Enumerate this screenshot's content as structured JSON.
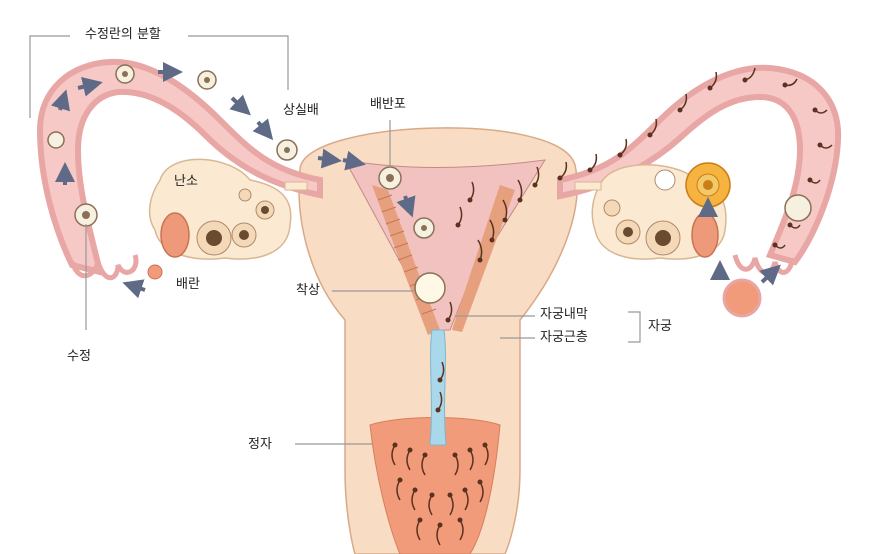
{
  "labels": {
    "cleavage": "수정란의 분할",
    "morula": "상실배",
    "blastocyst": "배반포",
    "ovary": "난소",
    "ovulation": "배란",
    "implantation": "착상",
    "fertilization": "수정",
    "endometrium": "자궁내막",
    "myometrium": "자궁근층",
    "uterus": "자궁",
    "sperm": "정자"
  },
  "colors": {
    "tube_outer": "#e8a6a4",
    "tube_inner": "#f6c9c6",
    "body_wall": "#f8dcc4",
    "cavity": "#f2c2c0",
    "endometrium": "#e6a07e",
    "cervix": "#f19b7a",
    "cervical_canal": "#a9d8ea",
    "ovary": "#fbe9d1",
    "follicle_ring": "#f4d9b8",
    "egg": "#f5f0e0",
    "mature_follicle": "#f6b33f",
    "sperm": "#5a3320",
    "arrow": "#5f6a86",
    "leader_line": "#999999",
    "outline": "#c48b86"
  },
  "icons": [
    "arrow-icon",
    "sperm-icon",
    "egg-icon"
  ]
}
